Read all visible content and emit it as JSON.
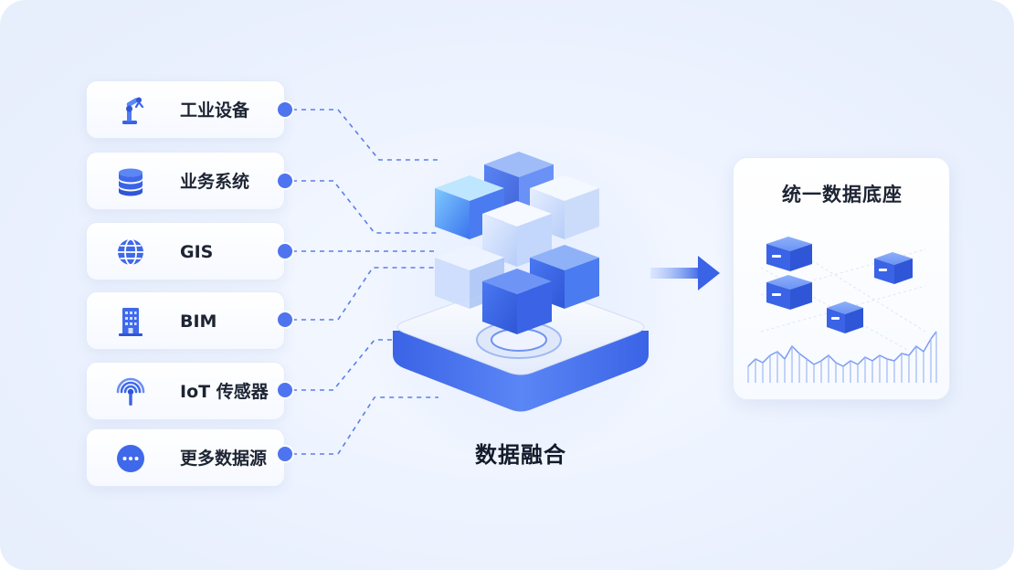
{
  "sources": [
    {
      "label": "工业设备",
      "icon": "robot-arm-icon"
    },
    {
      "label": "业务系统",
      "icon": "database-icon"
    },
    {
      "label": "GIS",
      "icon": "globe-icon"
    },
    {
      "label": "BIM",
      "icon": "building-icon"
    },
    {
      "label": "IoT 传感器",
      "icon": "sensor-antenna-icon"
    },
    {
      "label": "更多数据源",
      "icon": "more-dots-icon"
    }
  ],
  "center": {
    "label": "数据融合",
    "icon": "data-cubes-icon"
  },
  "target": {
    "title": "统一数据底座"
  },
  "colors": {
    "accent": "#4f74f0",
    "dark_blue": "#3a63e6",
    "light_blue": "#a9c7ff"
  }
}
